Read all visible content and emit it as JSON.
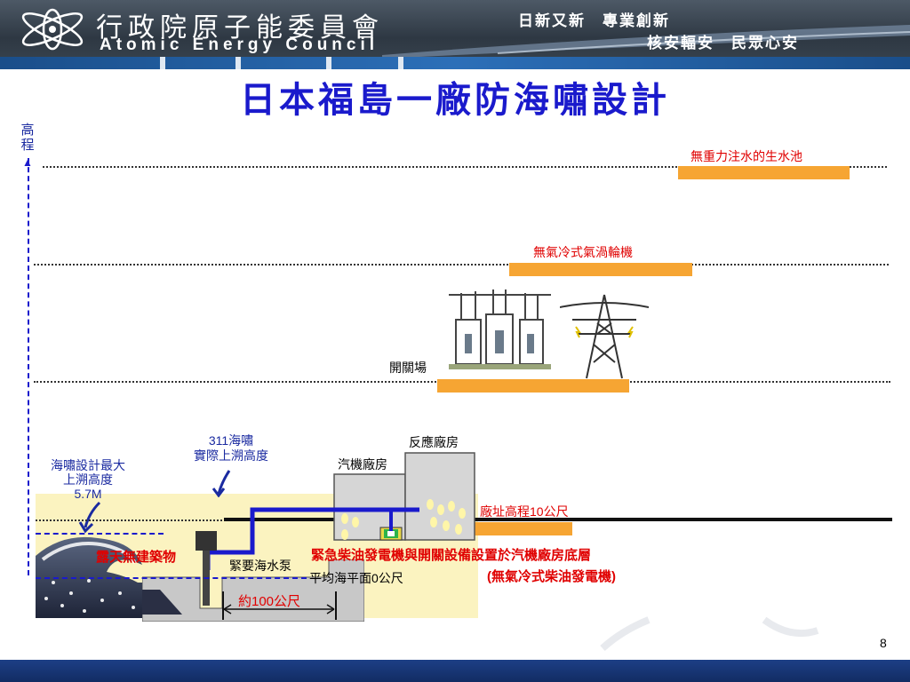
{
  "header": {
    "org_name_zh": "行政院原子能委員會",
    "org_name_en": "Atomic Energy Council",
    "slogan_line1": "日新又新　專業創新",
    "slogan_line2": "核安輻安　民眾心安"
  },
  "slide": {
    "title": "日本福島一廠防海嘯設計",
    "page_number": "8"
  },
  "diagram": {
    "axis_label": "高程",
    "levels": {
      "gravity_pool": "無重力注水的生水池",
      "gas_turbine": "無氣冷式氣渦輪機",
      "switchyard": "開關場",
      "site_elevation": "廠址高程10公尺",
      "mean_sea_level": "平均海平面0公尺"
    },
    "buildings": {
      "turbine_building": "汽機廠房",
      "reactor_building": "反應廠房"
    },
    "annotations": {
      "tsunami_design_max": [
        "海嘯設計最大",
        "上溯高度",
        "5.7M"
      ],
      "actual_tsunami": [
        "311海嘯",
        "實際上溯高度"
      ],
      "no_structures": "露天無建築物",
      "seawater_pump": "緊要海水泵",
      "distance": "約100公尺",
      "generator_note": "緊急柴油發電機與開關設備設置於汽機廠房底層",
      "generator_type": "(無氣冷式柴油發電機)"
    },
    "colors": {
      "level_bar": "#f6a533",
      "pipe": "#1a1acc",
      "annotation_red": "#e00000",
      "annotation_blue": "#1a2aa0",
      "sea_zone": "#fbf3c0"
    }
  }
}
